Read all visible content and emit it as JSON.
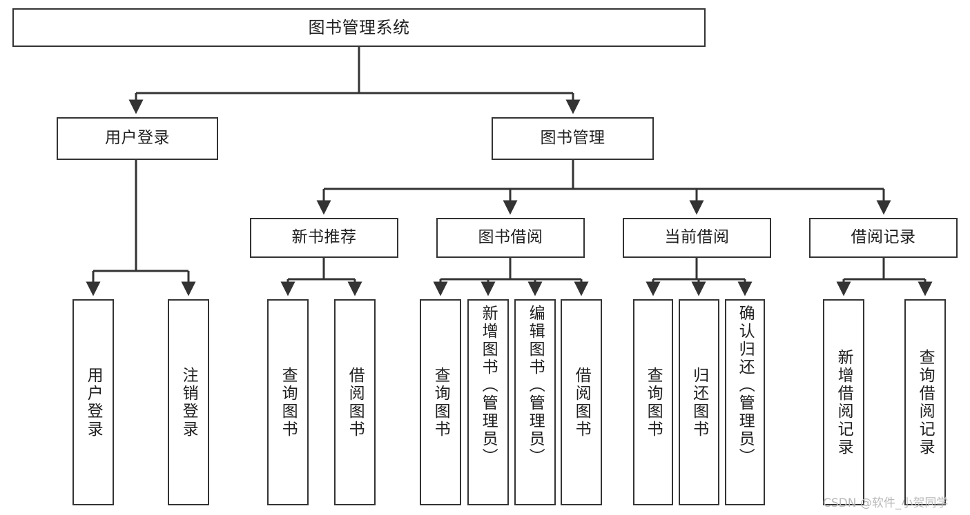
{
  "diagram": {
    "title": "图书管理系统",
    "type": "tree-hierarchy-chart",
    "style": {
      "box_border_color": "#333333",
      "box_fill": "#ffffff",
      "edge_color": "#333333",
      "text_color": "#1f1f1f",
      "background": "#ffffff"
    }
  },
  "nodes": {
    "root": {
      "label": "图书管理系统"
    },
    "level2": [
      {
        "id": "user-login",
        "label": "用户登录"
      },
      {
        "id": "book-management",
        "label": "图书管理"
      }
    ],
    "level3": [
      {
        "id": "new-book-recommend",
        "label": "新书推荐"
      },
      {
        "id": "book-borrow",
        "label": "图书借阅"
      },
      {
        "id": "current-borrow",
        "label": "当前借阅"
      },
      {
        "id": "borrow-record",
        "label": "借阅记录"
      }
    ],
    "leaves": {
      "user-login": [
        {
          "id": "leaf-user-login",
          "label": "用户登录"
        },
        {
          "id": "leaf-logout-login",
          "label": "注销登录"
        }
      ],
      "new-book-recommend": [
        {
          "id": "leaf-query-book-1",
          "label": "查询图书"
        },
        {
          "id": "leaf-borrow-book-1",
          "label": "借阅图书"
        }
      ],
      "book-borrow": [
        {
          "id": "leaf-query-book-2",
          "label": "查询图书"
        },
        {
          "id": "leaf-add-book-admin",
          "label": "新增图书（管理员）"
        },
        {
          "id": "leaf-edit-book-admin",
          "label": "编辑图书（管理员）"
        },
        {
          "id": "leaf-borrow-book-2",
          "label": "借阅图书"
        }
      ],
      "current-borrow": [
        {
          "id": "leaf-query-book-3",
          "label": "查询图书"
        },
        {
          "id": "leaf-return-book",
          "label": "归还图书"
        },
        {
          "id": "leaf-confirm-return-admin",
          "label": "确认归还（管理员）"
        }
      ],
      "borrow-record": [
        {
          "id": "leaf-add-borrow-record",
          "label": "新增借阅记录"
        },
        {
          "id": "leaf-query-borrow-record",
          "label": "查询借阅记录"
        }
      ]
    }
  },
  "watermark": {
    "text": "CSDN @软件_小贺同学"
  }
}
